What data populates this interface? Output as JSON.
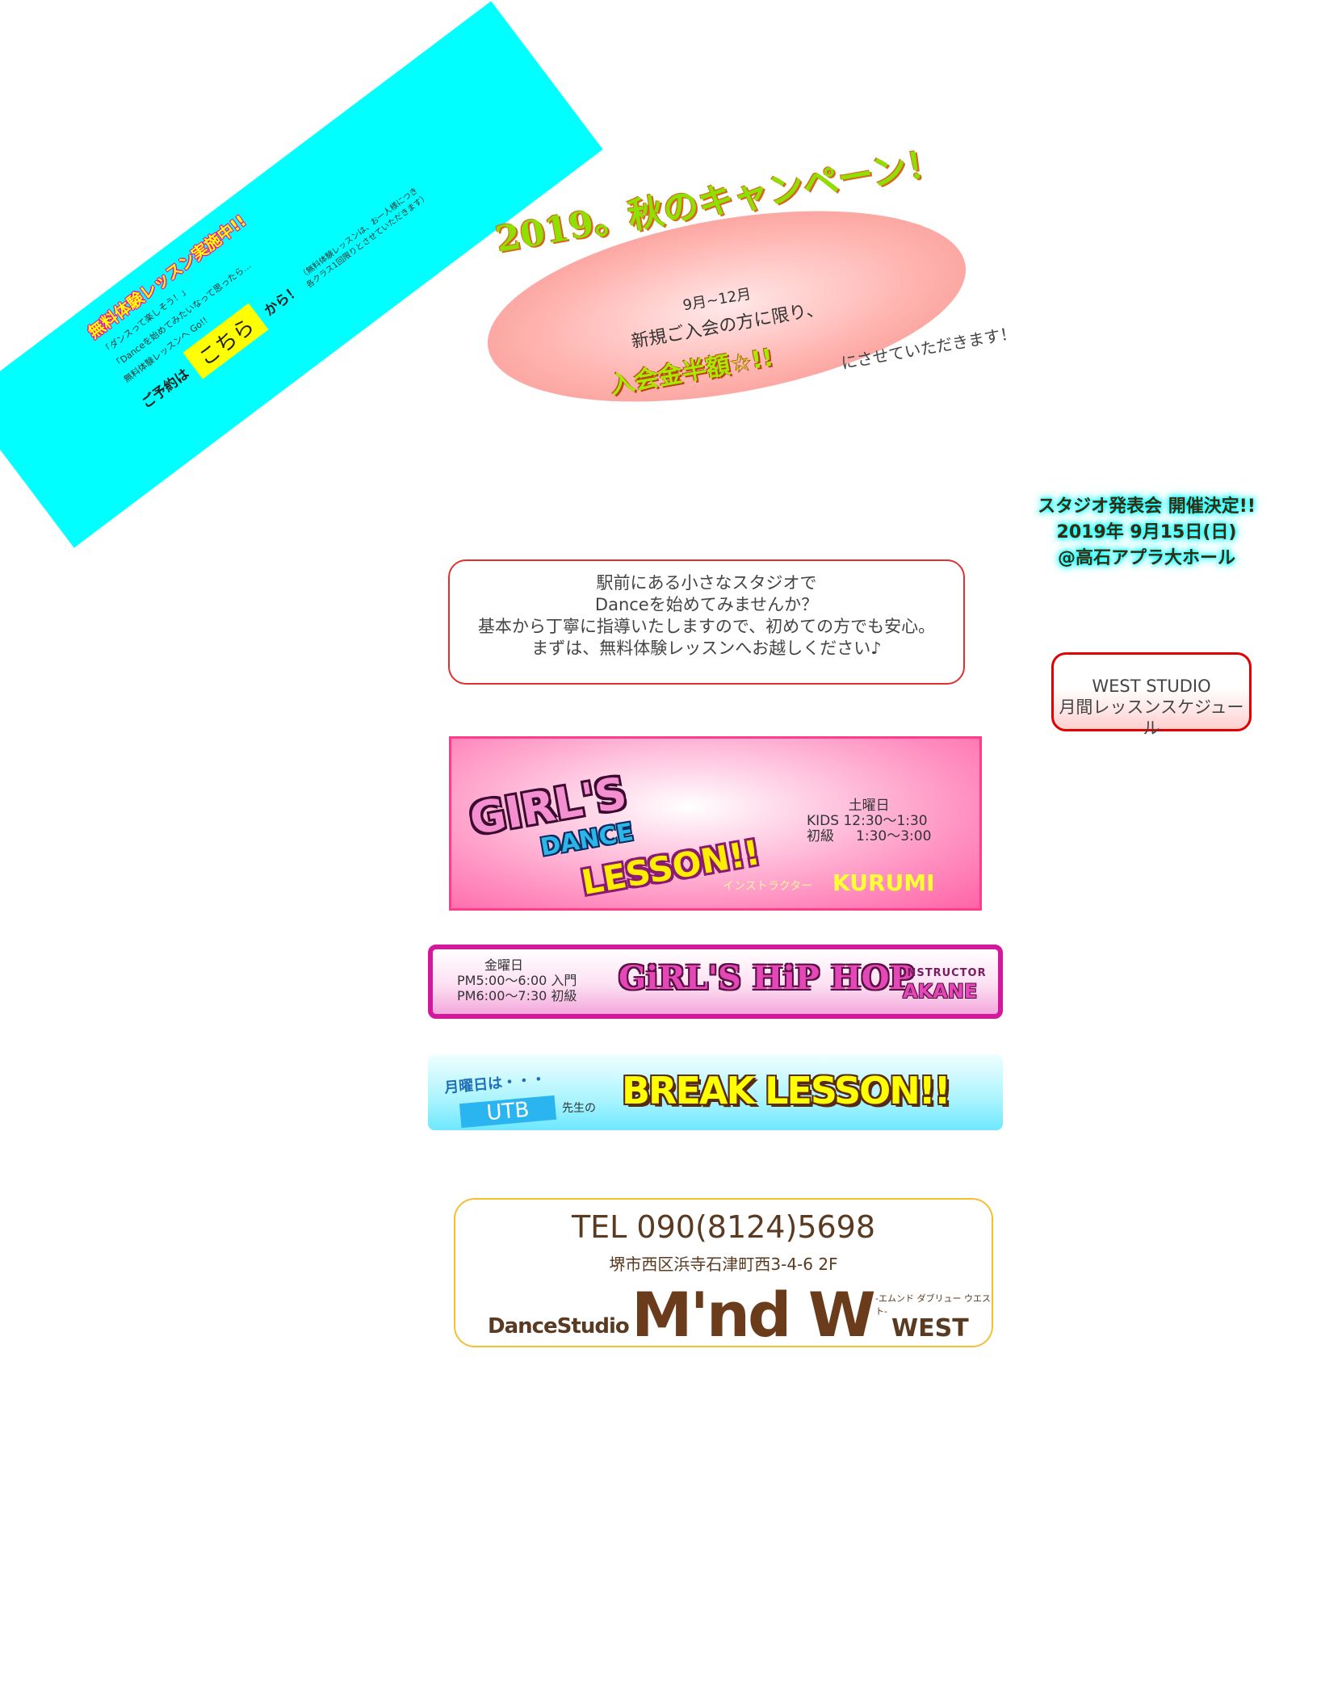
{
  "free_trial_banner": {
    "title": "無料体験レッスン実施中!!",
    "line1": "「ダンスって楽しそう！」",
    "line2": "「Danceを始めてみたいなって思ったら…",
    "line3": "無料体験レッスンへ Go!!",
    "reserve_label": "ご予約は",
    "reserve_link": "こちら",
    "reserve_suffix": "から！",
    "note1": "（無料体験レッスンは、お一人様につき",
    "note2": "各クラス1回限りとさせていただきます）",
    "background_color": "#00ffff"
  },
  "campaign": {
    "title": "2019。秋のキャンペーン！",
    "period": "9月~12月",
    "condition": "新規ご入会の方に限り、",
    "offer": "入会金半額☆!!",
    "offer_suffix": "にさせていただきます！"
  },
  "recital": {
    "line1": "スタジオ発表会 開催決定!!",
    "line2": "2019年 9月15日(日)",
    "line3": "@高石アプラ大ホール"
  },
  "intro": {
    "line1": "駅前にある小さなスタジオで",
    "line2": "Danceを始めてみませんか？",
    "line3": "基本から丁寧に指導いたしますので、初めての方でも安心。",
    "line4": "まずは、無料体験レッスンへお越しください♪"
  },
  "schedule_button": {
    "line1": "WEST STUDIO",
    "line2": "月間レッスンスケジュール"
  },
  "girls_dance_lesson": {
    "title_1": "GIRL'S",
    "title_2": "DANCE",
    "title_3": "LESSON!!",
    "day": "土曜日",
    "kids_label": "KIDS",
    "kids_time": "12:30〜1:30",
    "beginner_label": "初級",
    "beginner_time": "1:30〜3:00",
    "instructor_label": "インストラクター",
    "instructor": "KURUMI"
  },
  "girls_hiphop": {
    "day": "金曜日",
    "time1": "PM5:00〜6:00",
    "level1": "入門",
    "time2": "PM6:00〜7:30",
    "level2": "初級",
    "title": "GiRL'S HiP HOP",
    "instructor_label": "iNSTRUCTOR",
    "instructor": "AKANE"
  },
  "break_lesson": {
    "day": "月曜日は・・・",
    "teacher": "UTB",
    "teacher_suffix": "先生の",
    "title": "BREAK LESSON!!"
  },
  "contact": {
    "tel": "TEL 090(8124)5698",
    "address": "堺市西区浜寺石津町西3-4-6 2F",
    "studio_prefix": "DanceStudio",
    "logo": "M'nd W",
    "kana": "-エムンド ダブリュー ウエスト-",
    "branch": "WEST"
  }
}
